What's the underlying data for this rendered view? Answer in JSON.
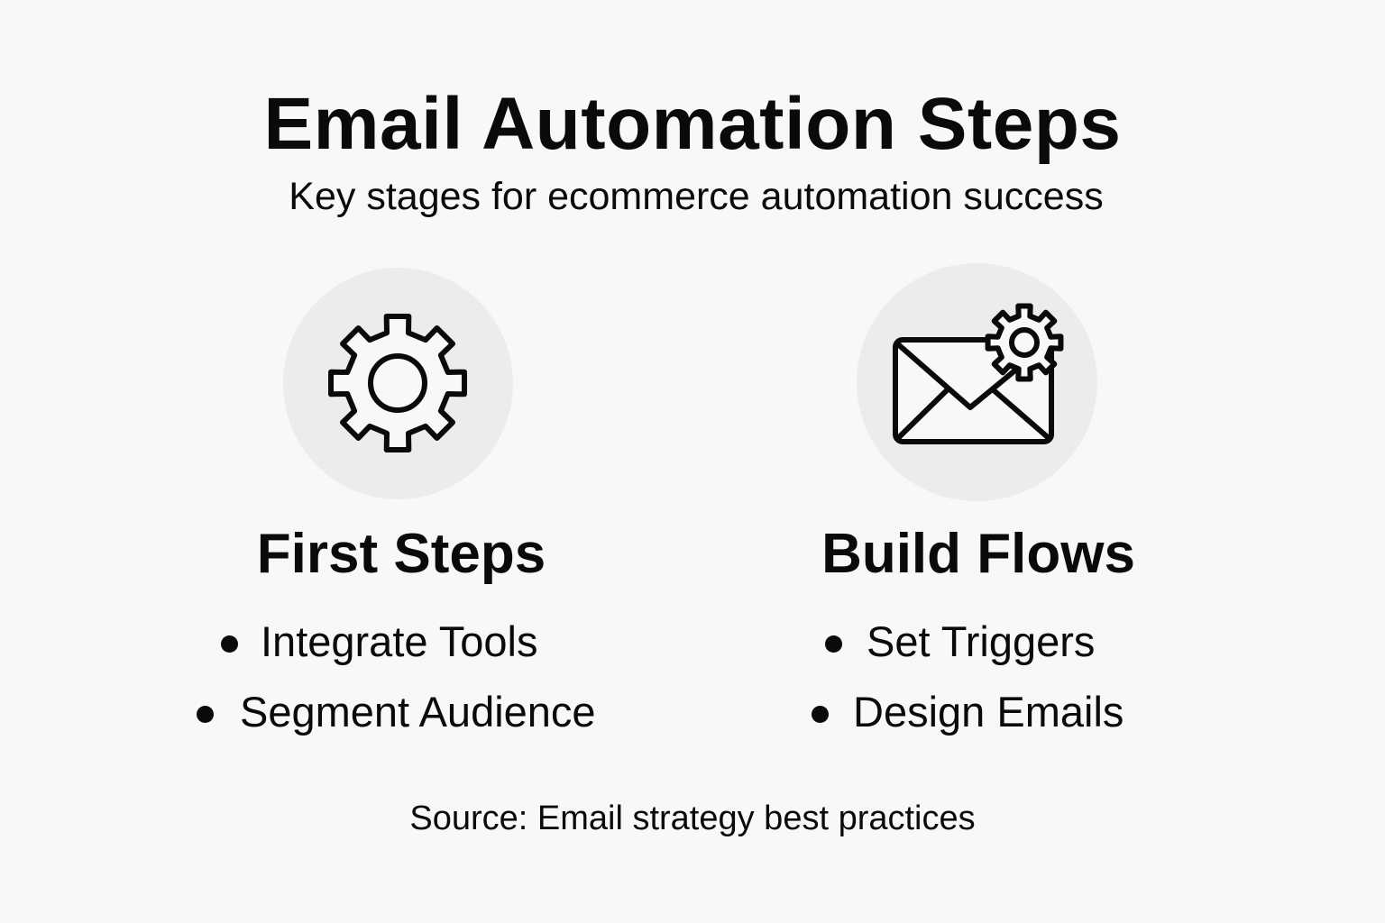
{
  "title": "Email Automation Steps",
  "subtitle": "Key stages for ecommerce automation success",
  "colors": {
    "background": "#f8f8f8",
    "icon_circle": "#ececed",
    "text": "#0a0a0a"
  },
  "columns": [
    {
      "icon": "gear-icon",
      "heading": "First Steps",
      "items": [
        "Integrate Tools",
        "Segment Audience"
      ]
    },
    {
      "icon": "email-settings-icon",
      "heading": "Build Flows",
      "items": [
        "Set Triggers",
        "Design Emails"
      ]
    }
  ],
  "source": "Source: Email strategy best practices"
}
